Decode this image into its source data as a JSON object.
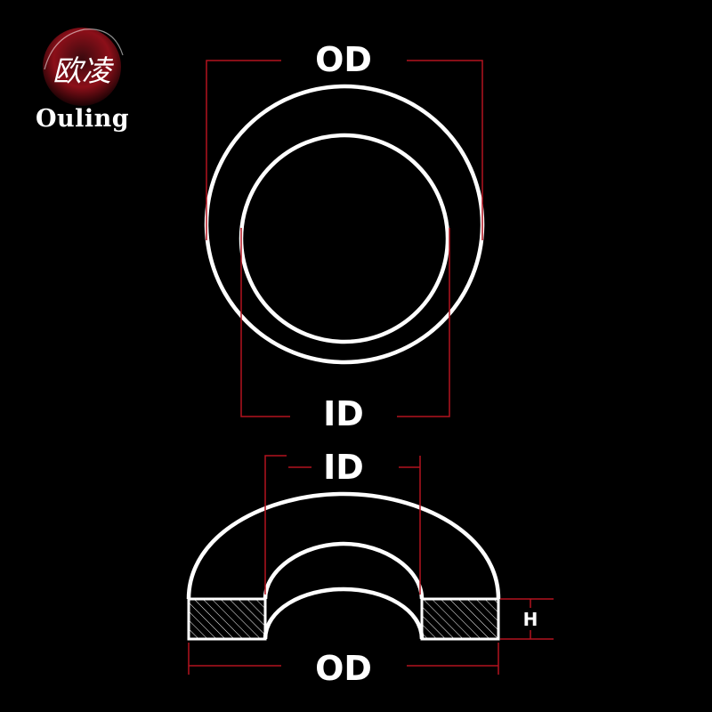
{
  "brand": {
    "name": "Ouling",
    "chinese_mark": "欧凌",
    "accent_color": "#b3121f",
    "icon": "brand-seal-icon"
  },
  "top_view": {
    "outer_label": "OD",
    "inner_label": "ID"
  },
  "section_view": {
    "inner_label": "ID",
    "outer_label": "OD",
    "height_label": "H"
  },
  "colors": {
    "background": "#000000",
    "outline": "#ffffff",
    "dimension_line": "#b3121f"
  }
}
